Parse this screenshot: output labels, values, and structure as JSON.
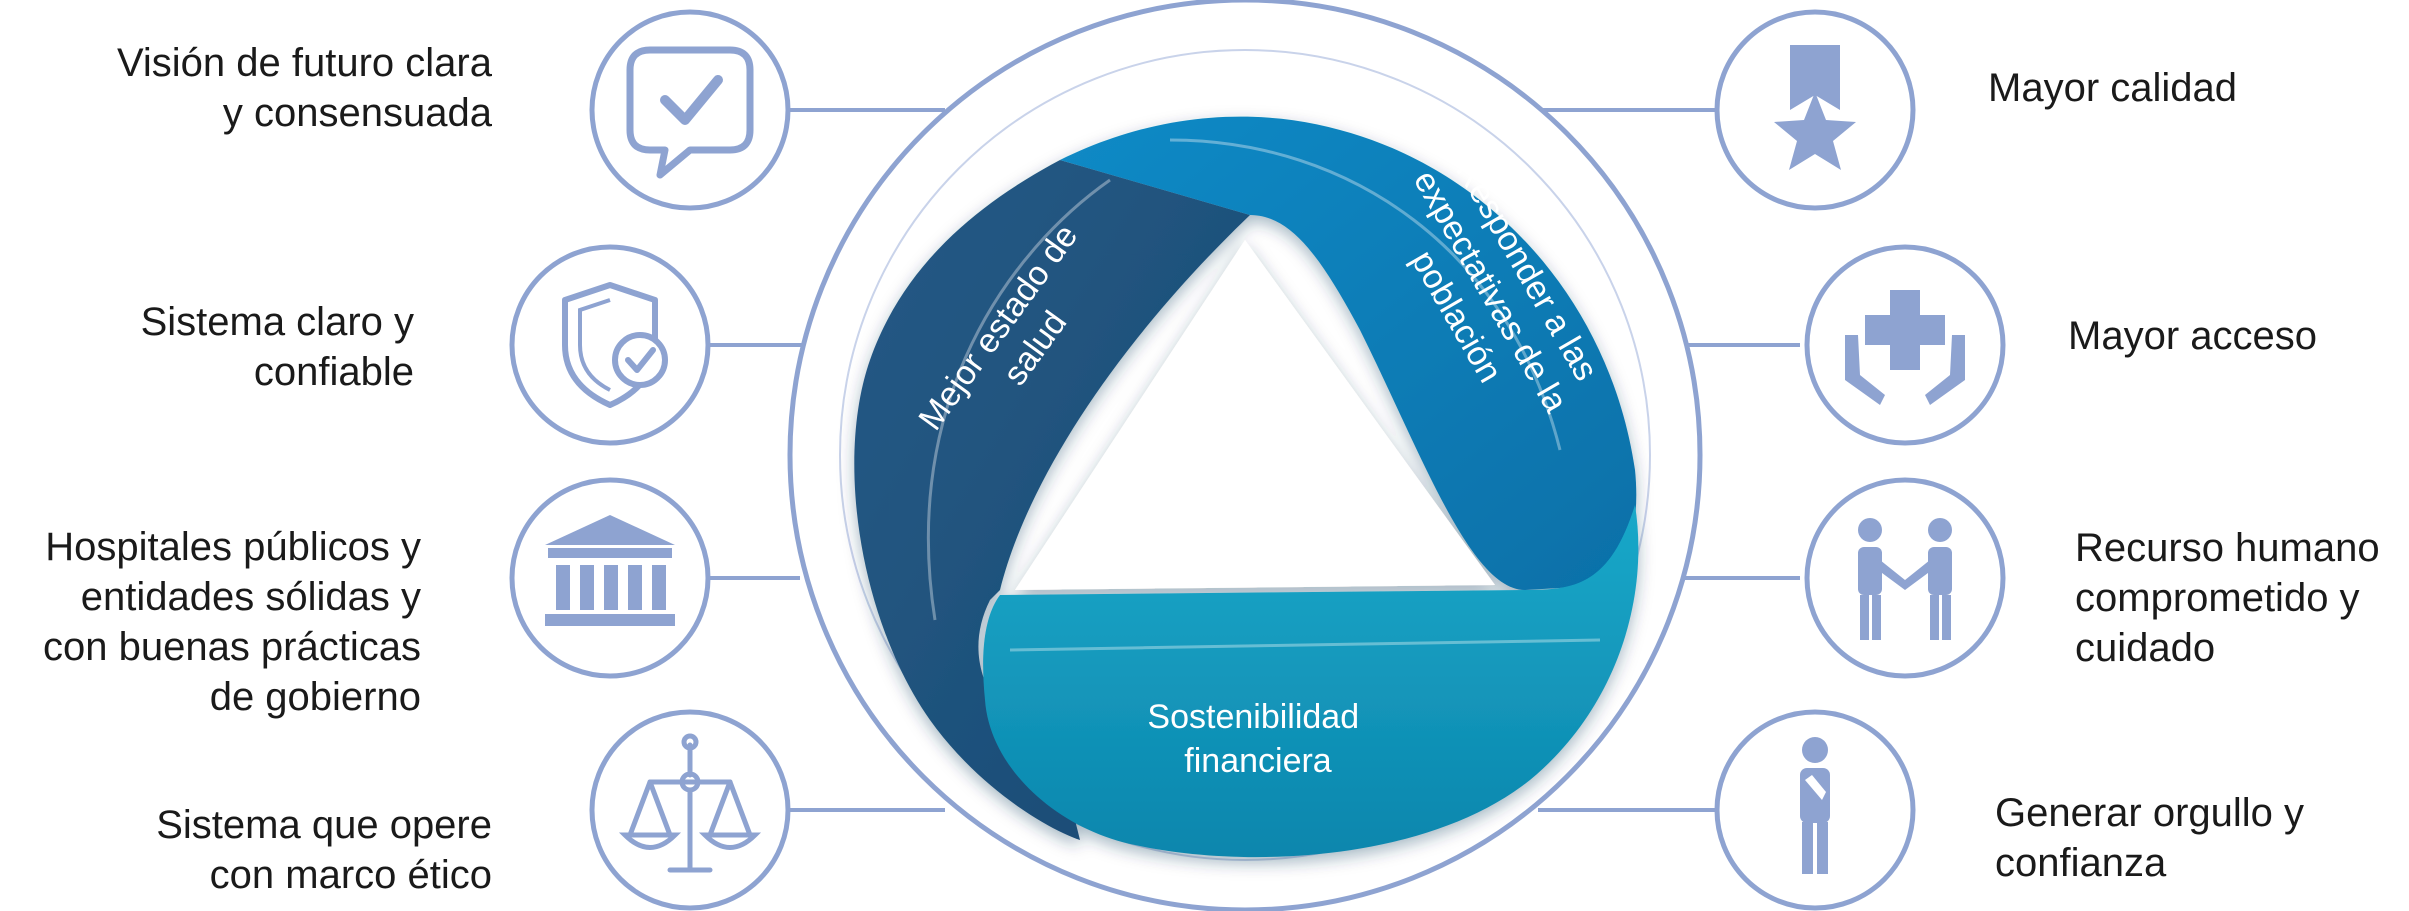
{
  "segments": {
    "top_left": [
      "Mejor estado de",
      "salud"
    ],
    "top_right": [
      "Responder a las",
      "expectativas de la",
      "población"
    ],
    "bottom": [
      "Sostenibilidad",
      "financiera"
    ]
  },
  "left_items": [
    {
      "icon": "speech-bubble-check-icon",
      "lines": [
        "Visión de futuro clara",
        "y consensuada"
      ]
    },
    {
      "icon": "shield-check-icon",
      "lines": [
        "Sistema claro y",
        "confiable"
      ]
    },
    {
      "icon": "public-building-icon",
      "lines": [
        "Hospitales públicos y",
        "entidades sólidas y",
        "con buenas prácticas",
        "de gobierno"
      ]
    },
    {
      "icon": "balance-scale-icon",
      "lines": [
        "Sistema que opere",
        "con marco ético"
      ]
    }
  ],
  "right_items": [
    {
      "icon": "ribbon-star-icon",
      "lines": [
        "Mayor calidad"
      ]
    },
    {
      "icon": "hands-medical-cross-icon",
      "lines": [
        "Mayor acceso"
      ]
    },
    {
      "icon": "handshake-icon",
      "lines": [
        "Recurso humano",
        "comprometido y",
        "cuidado"
      ]
    },
    {
      "icon": "person-proud-icon",
      "lines": [
        "Generar orgullo y",
        "confianza"
      ]
    }
  ],
  "colors": {
    "icon_ring": "#8ea3d1",
    "icon_fill": "#8ea3d1",
    "segment_dark": "#1e5380",
    "segment_mid": "#0b7dbb",
    "segment_light": "#1296bd",
    "text": "#1a1a1a"
  }
}
